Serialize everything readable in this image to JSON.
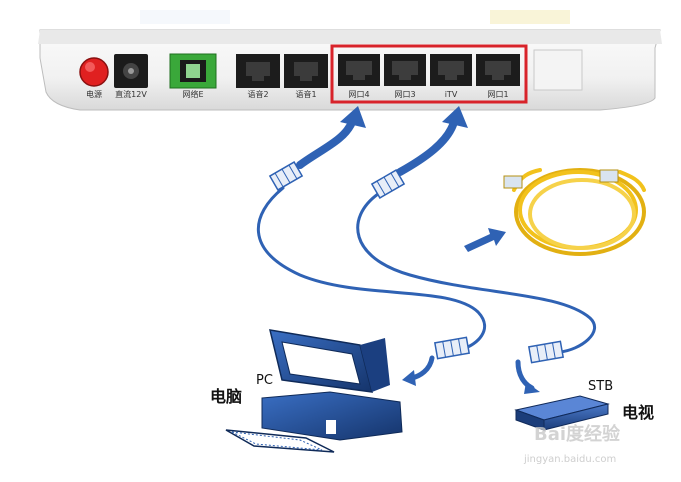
{
  "router": {
    "ports": {
      "power": "电源",
      "dc": "直流12V",
      "fiber": "网络E",
      "phone2": "语音2",
      "phone1": "语音1",
      "lan4": "网口4",
      "lan3": "网口3",
      "itv": "iTV",
      "lan1": "网口1"
    }
  },
  "devices": {
    "pc_label": "PC",
    "pc_name": "电脑",
    "stb_label": "STB",
    "tv_name": "电视"
  },
  "watermark": {
    "brand": "Bai度经验",
    "url": "jingyan.baidu.com"
  },
  "colors": {
    "cable_blue": "#2f62b4",
    "arrow_blue": "#2f62b4",
    "lan_frame_red": "#d8232a",
    "power_button": "#e02020",
    "fiber_port": "#3aa83a",
    "spare_cable": "#f2c21c"
  }
}
